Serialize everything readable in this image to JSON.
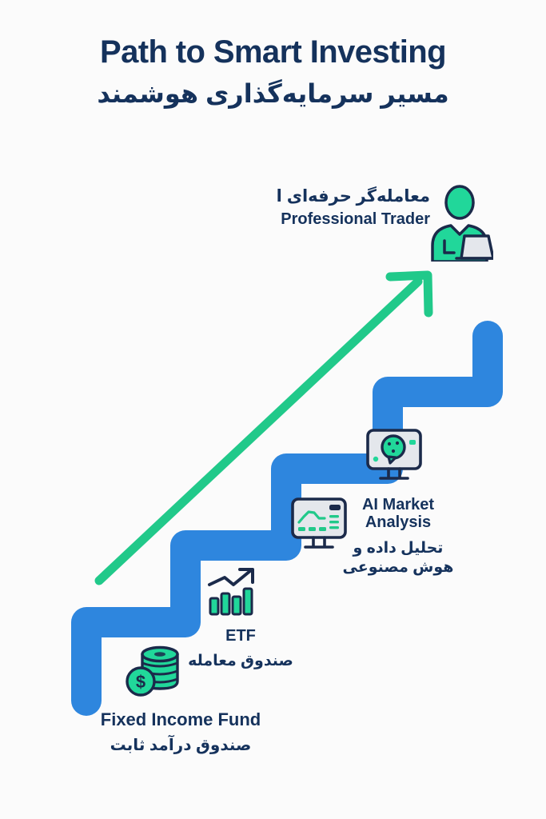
{
  "page": {
    "background_color": "#FBFBFB",
    "accent_blue": "#2E86DE",
    "accent_green": "#21C98A",
    "text_navy": "#15325C",
    "icon_outline": "#1B2A4A",
    "icon_screen_gray": "#E4E7EC"
  },
  "header": {
    "title_en": "Path to Smart Investing",
    "title_fa": "مسیر سرمایه‌گذاری هوشمند"
  },
  "steps": [
    {
      "id": "fixed-income-fund",
      "label_en": "Fixed Income Fund",
      "label_fa": "صندوق درآمد ثابت",
      "icon": "coins-icon"
    },
    {
      "id": "etf",
      "label_en": "ETF",
      "label_fa": "صندوق معامله",
      "icon": "bar-chart-growth-icon"
    },
    {
      "id": "ai-market-analysis",
      "label_en_line1": "AI Market",
      "label_en_line2": "Analysis",
      "label_fa_line1": "تحلیل داده و",
      "label_fa_line2": "هوش مصنوعی",
      "icon": "monitor-chart-icon",
      "icon_secondary": "monitor-ai-icon"
    },
    {
      "id": "professional-trader",
      "label_en": "Professional Trader",
      "label_fa": "معامله‌گر حرفه‌ای ا",
      "icon": "trader-laptop-icon"
    }
  ],
  "graphic": {
    "staircase_name": "blue-staircase",
    "arrow_name": "green-growth-arrow",
    "step_count": 4
  }
}
